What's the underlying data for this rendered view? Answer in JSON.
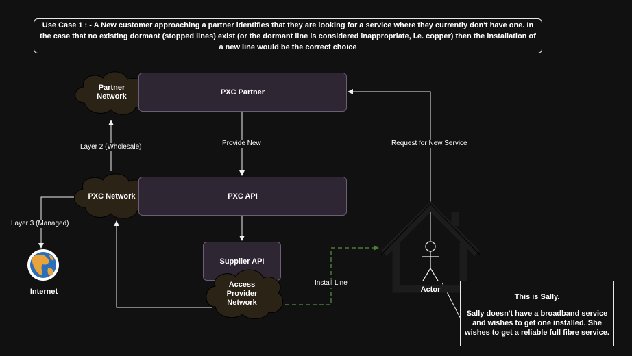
{
  "use_case": {
    "text": "Use Case 1 : - A New customer approaching a partner identifies that they are looking for a service where they currently don't have one. In the case that no existing dormant (stopped lines) exist (or the dormant line is considered inappropriate, i.e. copper) then the installation of a new line would be the correct choice"
  },
  "nodes": {
    "pxc_partner": "PXC Partner",
    "pxc_api": "PXC API",
    "supplier_api": "Supplier API",
    "partner_network": [
      "Partner",
      "Network"
    ],
    "pxc_network": "PXC Network",
    "access_provider_network": [
      "Access",
      "Provider",
      "Network"
    ],
    "internet": "Internet",
    "actor": "Actor"
  },
  "edges": {
    "provide_new": "Provide New",
    "request_new_service": "Request for New Service",
    "layer2": "Layer 2 (Wholesale)",
    "layer3": "Layer 3 (Managed)",
    "install_line": "Install Line"
  },
  "note": {
    "title": "This is Sally.",
    "body": "Sally doesn't have a broadband service and wishes to get one installed. She wishes to get a reliable full fibre service."
  },
  "colors": {
    "background": "#111111",
    "process_fill": "#2e2633",
    "process_stroke": "#6e5d77",
    "cloud_fill": "#2a2316",
    "cloud_stroke": "#000000",
    "dashed_edge": "#4c7a3a",
    "edge": "#f0f0f0"
  }
}
